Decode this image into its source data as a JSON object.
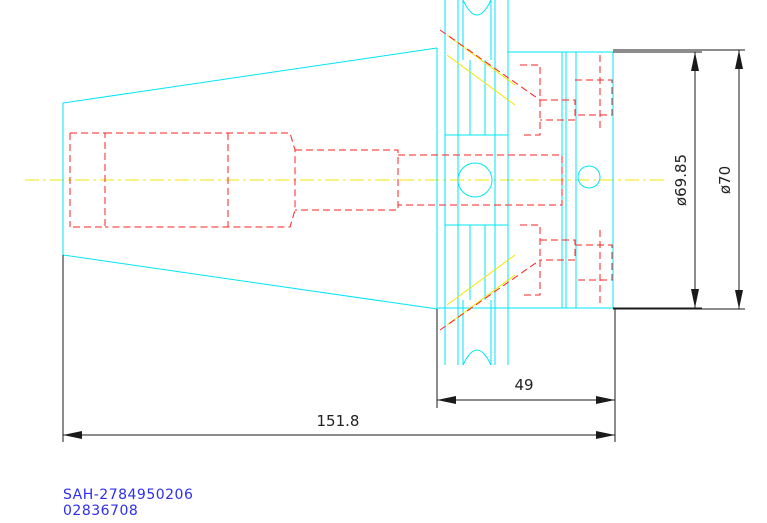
{
  "dimensions": {
    "overall_length": "151.8",
    "flange_length": "49",
    "diameter_inner": "ø69.85",
    "diameter_outer": "ø70"
  },
  "part_codes": [
    "SAH-2784950206",
    "02836708"
  ],
  "colors": {
    "outline": "#00e5f5",
    "hidden_lines": "#ff2020",
    "center_line": "#f2e600",
    "dimension_lines": "#1a1a1a",
    "part_code_text": "#2e2ef0"
  }
}
